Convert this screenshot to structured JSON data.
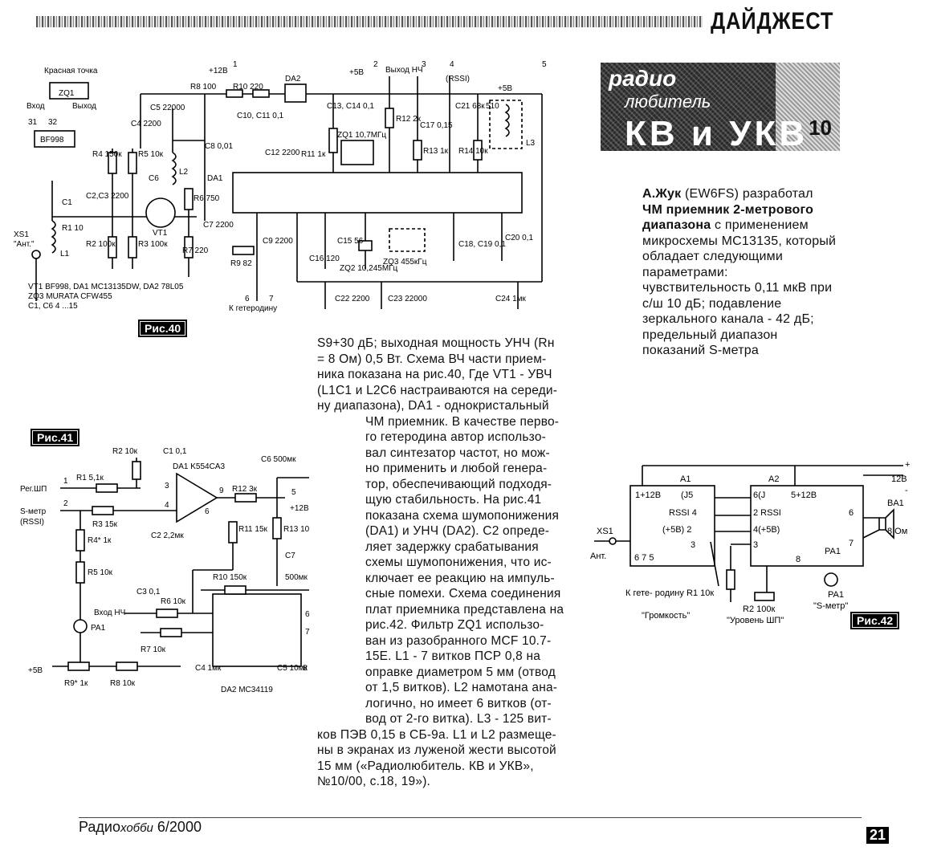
{
  "header": {
    "section_title": "ДАЙДЖЕСТ"
  },
  "logo": {
    "line1": "радио",
    "line2": "любитель",
    "line3": "КВ и УКВ",
    "issue_number": "10"
  },
  "article": {
    "intro_parts": {
      "author": "А.Жук",
      "callsign": " (EW6FS) разработал ",
      "title": "ЧМ приемник 2-метрового диапазона",
      "rest": " с применением микросхемы МС13135, который обладает следующими параметрами: чувствительность 0,11 мкВ при с/ш 10 дБ; подавление зеркального канала - 42 дБ; предельный диапазон показаний S-метра"
    },
    "body_lines": [
      "S9+30 дБ; выходная мощность УНЧ (Rн",
      "= 8 Ом) 0,5 Вт. Схема ВЧ части прием-",
      "ника показана на рис.40, Где VT1 - УВЧ",
      "(L1C1 и L2C6 настраиваются на середи-",
      "ну диапазона), DA1 - однокристальный",
      "ЧМ приемник. В качестве перво-",
      "го гетеродина автор использо-",
      "вал синтезатор частот, но мож-",
      "но применить и любой генера-",
      "тор, обеспечивающий подходя-",
      "щую стабильность. На рис.41",
      "показана схема шумопонижения",
      "(DA1) и УНЧ (DA2). С2 опреде-",
      "ляет задержку срабатывания",
      "схемы шумопонижения, что ис-",
      "ключает ее реакцию на импуль-",
      "сные помехи. Схема соединения",
      "плат приемника представлена на",
      "рис.42. Фильтр ZQ1 использо-",
      "ван из разобранного MCF 10.7-",
      "15Е. L1 - 7 витков ПСР 0,8 на",
      "оправке диаметром 5 мм (отвод",
      "от 1,5 витков). L2 намотана ана-",
      "логично, но имеет 6 витков (от-",
      "вод от 2-го витка). L3 - 125 вит-",
      "ков ПЭВ 0,15 в СБ-9а. L1 и L2 размеще-",
      "ны в экранах из луженой жести высотой",
      "15 мм («Радиолюбитель. КВ и УКВ»,",
      "№10/00, с.18, 19»)."
    ]
  },
  "figures": {
    "fig40": {
      "label": "Рис.40",
      "texts": {
        "legend1": "VT1 BF998, DA1 MC13135DW, DA2 78L05",
        "legend2": "ZQ3 MURATA CFW455",
        "legend3": "C1, C6 4 ...15",
        "red_dot": "Красная точка",
        "zq1_top": "ZQ1",
        "in": "Вход",
        "out": "Выход",
        "bf998": "BF998",
        "p31": "31",
        "p32": "32",
        "xs1": "XS1",
        "ant": "\"Ант.\"",
        "p12v": "+12В",
        "p5v_a": "+5В",
        "nch_out": "Выход НЧ",
        "rssi": "(RSSI)",
        "p5v_b": "+5В",
        "r8": "R8 100",
        "r10": "R10 220",
        "da2": "DA2",
        "c5": "C5 22000",
        "c4": "C4 2200",
        "r4": "R4 150к",
        "r5": "R5 10к",
        "c6": "C6",
        "l2": "L2",
        "c8": "C8 0,01",
        "c10": "C10, C11 0,1",
        "c12": "C12 2200",
        "r11": "R11 1к",
        "c13": "C13, C14 0,1",
        "zq1": "ZQ1 10,7МГц",
        "r12": "R12 2к",
        "c17": "C17 0,15",
        "r13": "R13 1к",
        "c21": "C21 68к",
        "c21b": "510",
        "r14": "R14 10к",
        "l3": "L3",
        "da1": "DA1",
        "c1": "C1",
        "c2c3": "C2,C3 2200",
        "r1": "R1 10",
        "l1": "L1",
        "r2": "R2 100к",
        "r3": "R3 100к",
        "vt1": "VT1",
        "r6": "R6 750",
        "c7": "C7 2200",
        "r7": "R7 220",
        "c9": "C9 2200",
        "r9": "R9 82",
        "c15": "C15 56",
        "c16": "C16 120",
        "zq2": "ZQ2 10,245МГц",
        "zq3": "ZQ3 455кГц",
        "c18": "C18, C19 0,1",
        "c20": "C20 0,1",
        "c22": "C22 2200",
        "c23": "C23 22000",
        "c24": "C24 1мк",
        "to_lo": "К гетеродину",
        "n1": "1",
        "n2": "2",
        "n3": "3",
        "n4": "4",
        "n5": "5",
        "n6": "6",
        "n7": "7"
      }
    },
    "fig41": {
      "label": "Рис.41",
      "texts": {
        "reg": "Рег.ШП",
        "smeter": "S-метр",
        "rssi": "(RSSI)",
        "r1": "R1 5,1к",
        "r2": "R2 10к",
        "c1": "C1 0,1",
        "da1": "DA1 K554CA3",
        "c6": "C6 500мк",
        "r3": "R3 15к",
        "c2": "C2 2,2мк",
        "r4": "R4* 1к",
        "r5": "R5 10к",
        "r11": "R11 15к",
        "r12": "R12 3к",
        "p12": "+12В",
        "r13": "R13 10",
        "c7": "C7",
        "c7v": "500мк",
        "r10": "R10 150к",
        "c3": "C3 0,1",
        "r6": "R6 10к",
        "in": "Вход НЧ",
        "pa1": "PA1",
        "r7": "R7 10к",
        "c4": "C4 1мк",
        "c5": "C5 10мк",
        "da2": "DA2 MC34119",
        "p5": "+5В",
        "r9": "R9* 1к",
        "r8": "R8 10к",
        "n1": "1",
        "n2": "2",
        "n3": "3",
        "n4": "4",
        "n5": "5",
        "n6": "6",
        "n7": "7",
        "n8": "8",
        "n9": "9"
      }
    },
    "fig42": {
      "label": "Рис.42",
      "texts": {
        "a1": "A1",
        "a2": "A2",
        "a1p1": "1+12В",
        "a1p5": "(J5",
        "a1rssi": "RSSI 4",
        "a1p5v": "(+5В) 2",
        "a1p3": "3",
        "a1b": "6  7  5",
        "a2p5": "5+12В",
        "a2p6": "6(J",
        "a2rssi": "2 RSSI",
        "a2p4": "4(+5В)",
        "a2p3": "3",
        "a2p6r": "6",
        "a2p7": "7",
        "a2p8": "8",
        "pa1": "PA1",
        "xs1": "XS1",
        "ant": "Ант.",
        "to_lo": "К гете- родину",
        "r1": "R1 10к",
        "vol": "\"Громкость\"",
        "r2": "R2 100к",
        "sq": "\"Уровень ШП\"",
        "smeter": "\"S-метр\"",
        "ba1": "BA1",
        "ba1v": "8 Ом",
        "v12": "12В",
        "plus": "+",
        "minus": "-"
      }
    }
  },
  "footer": {
    "magazine": "Радио",
    "magazine_italic": "хобби",
    "issue": " 6/2000",
    "page_number": "21"
  }
}
